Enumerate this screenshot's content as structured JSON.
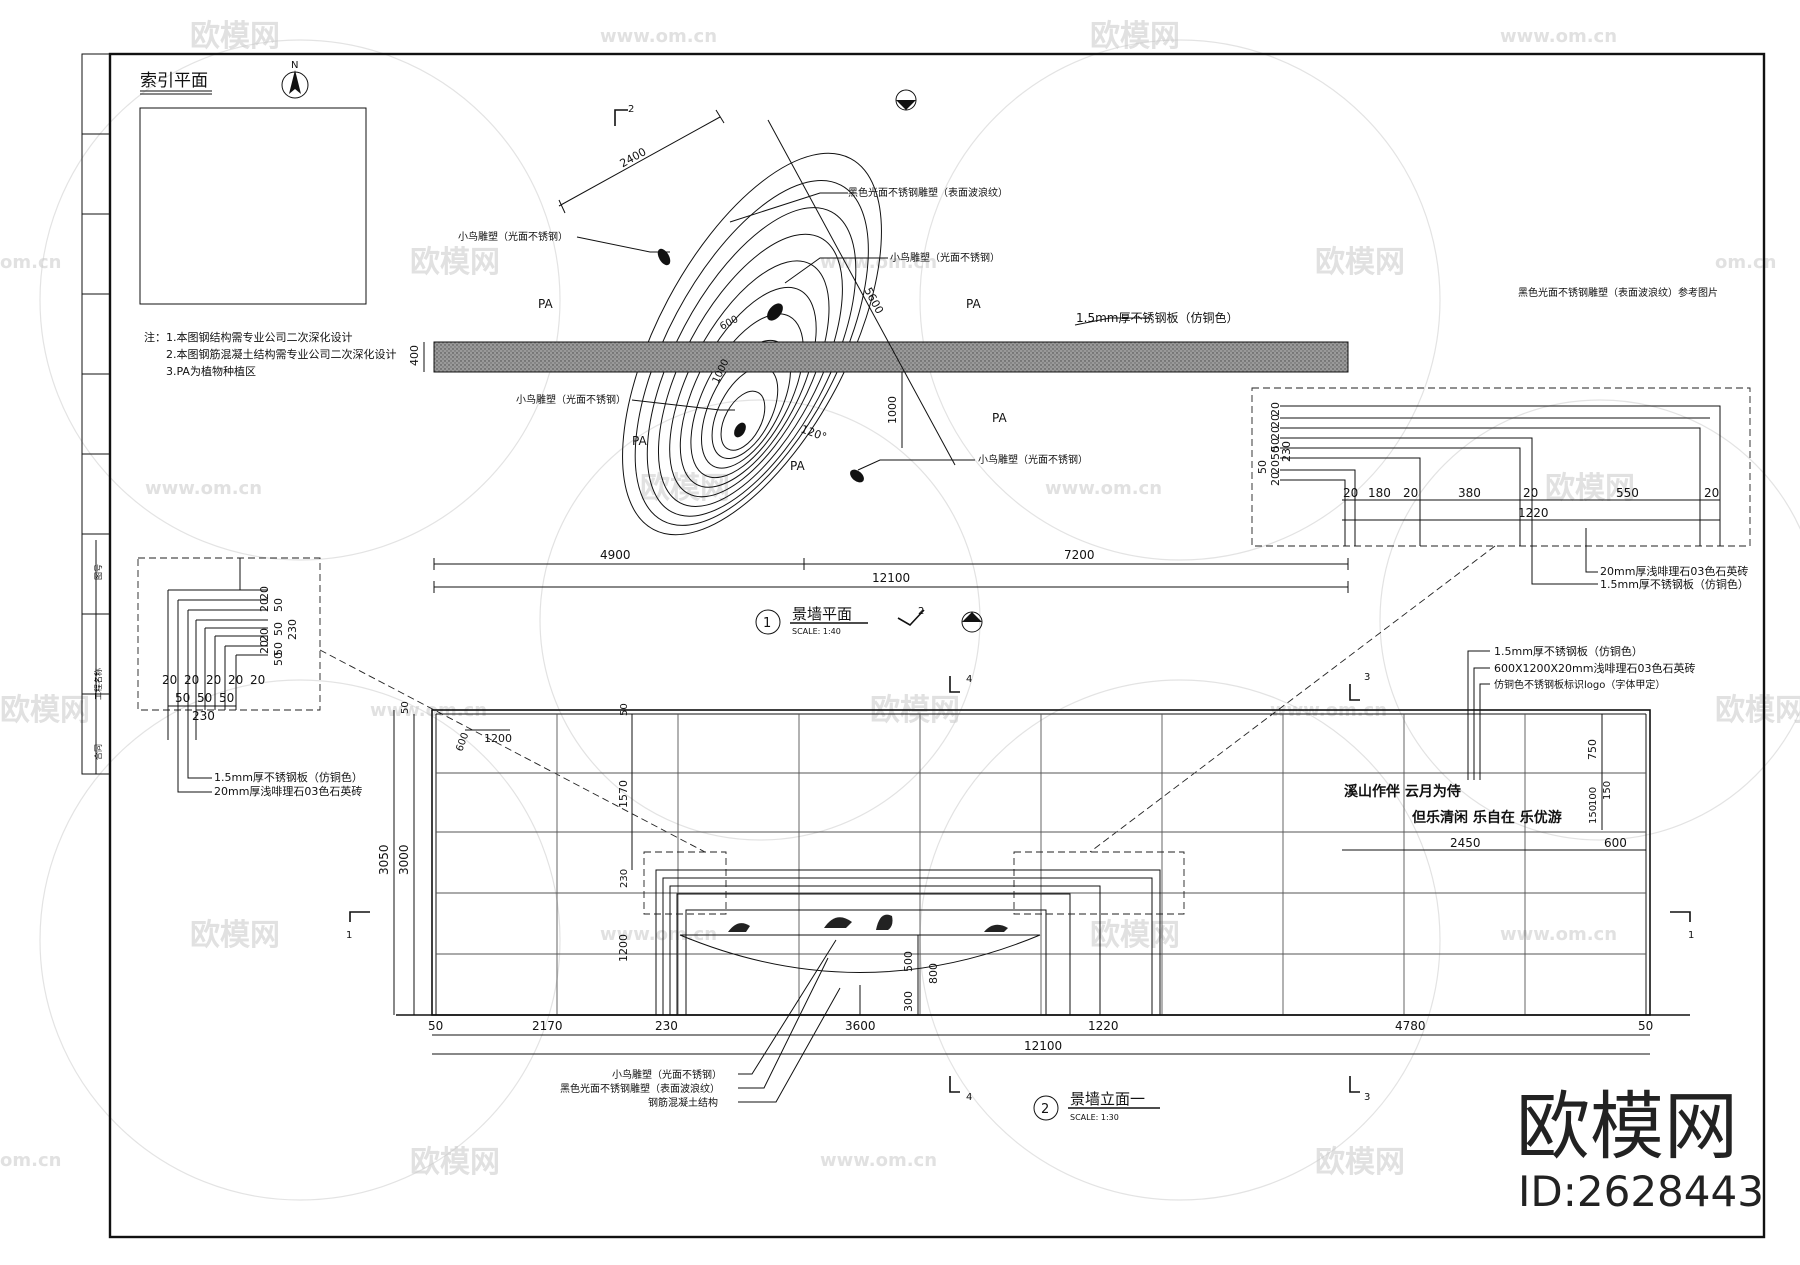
{
  "watermark": {
    "brand": "欧模网",
    "url": "www.om.cn",
    "url_short": "om.cn",
    "id_label": "ID:2628443"
  },
  "index_plan": {
    "title": "索引平面",
    "north": "N"
  },
  "notes": {
    "prefix": "注：",
    "lines": [
      "1.本图钢结构需专业公司二次深化设计",
      "2.本图钢筋混凝土结构需专业公司二次深化设计",
      "3.PA为植物种植区"
    ]
  },
  "plan": {
    "title": "景墙平面",
    "number": "1",
    "scale": "SCALE:  1:40",
    "zone_label": "PA",
    "section_mark_2": "2",
    "callouts": {
      "black_sculpture": "黑色光面不锈钢雕塑（表面波浪纹）",
      "bird_1": "小鸟雕塑（光面不锈钢）",
      "bird_2": "小鸟雕塑（光面不锈钢）",
      "bird_3": "小鸟雕塑（光面不锈钢）",
      "bird_4": "小鸟雕塑（光面不锈钢）",
      "steel_plate": "1.5mm厚不锈钢板（仿铜色）"
    },
    "dims": {
      "d2400": "2400",
      "d5600": "5600",
      "d600": "600",
      "d1000a": "1000",
      "d1000b": "1000",
      "d400": "400",
      "angle": "120°",
      "d4900": "4900",
      "d7200": "7200",
      "d12100": "12100"
    },
    "reference_note": "黑色光面不锈钢雕塑（表面波浪纹）参考图片"
  },
  "detail_right": {
    "vdims": [
      "20",
      "20",
      "20",
      "50",
      "230",
      "20",
      "20",
      "50",
      "50"
    ],
    "hdims": [
      "20",
      "180",
      "20",
      "380",
      "20",
      "550",
      "20"
    ],
    "total": "1220",
    "label_stone": "20mm厚浅啡理石03色石英砖",
    "label_steel": "1.5mm厚不锈钢板（仿铜色）"
  },
  "detail_left": {
    "vdims": [
      "20",
      "20",
      "50",
      "20",
      "20",
      "50",
      "230",
      "50",
      "50"
    ],
    "hdims": [
      "20",
      "20",
      "20",
      "20",
      "20"
    ],
    "hdims2": [
      "50",
      "50",
      "50"
    ],
    "total": "230",
    "label_steel": "1.5mm厚不锈钢板（仿铜色）",
    "label_stone": "20mm厚浅啡理石03色石英砖"
  },
  "elevation": {
    "title": "景墙立面一",
    "number": "2",
    "scale": "SCALE:  1:30",
    "marks": {
      "m1": "1",
      "m3": "3",
      "m4": "4"
    },
    "slogan_line1": "溪山作伴  云月为侍",
    "slogan_line2": "但乐清闲  乐自在  乐优游",
    "callouts_top": [
      "1.5mm厚不锈钢板（仿铜色）",
      "600X1200X20mm浅啡理石03色石英砖",
      "仿铜色不锈钢板标识logo（字体甲定）"
    ],
    "callouts_bottom": [
      "小鸟雕塑（光面不锈钢）",
      "黑色光面不锈钢雕塑（表面波浪纹）",
      "钢筋混凝土结构"
    ],
    "dims": {
      "h3050": "3050",
      "h3000": "3000",
      "h50a": "50",
      "h50b": "50",
      "h600": "600",
      "w1200": "1200",
      "h1570": "1570",
      "h230": "230",
      "h1200": "1200",
      "h500": "500",
      "h800": "800",
      "h300": "300",
      "h750": "750",
      "h100": "100",
      "h150a": "150",
      "h150b": "150",
      "w2450": "2450",
      "w600": "600",
      "b50a": "50",
      "b2170": "2170",
      "b230": "230",
      "b3600": "3600",
      "b1220": "1220",
      "b4780": "4780",
      "b50b": "50",
      "b12100": "12100"
    }
  },
  "title_strip": {
    "label1": "合同",
    "label2": "工程名称",
    "label3": "图号"
  }
}
